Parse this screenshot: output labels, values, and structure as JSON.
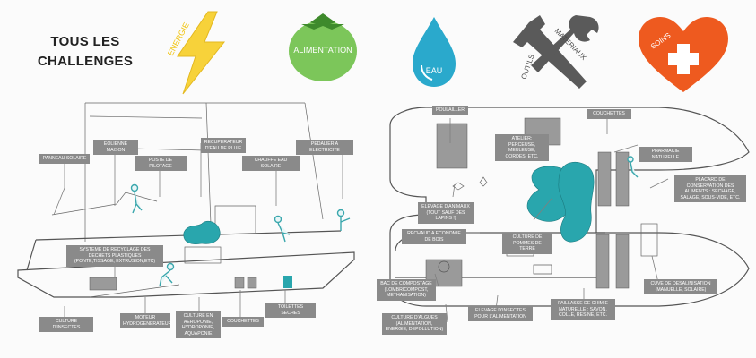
{
  "header": {
    "title_line1": "TOUS LES",
    "title_line2": "CHALLENGES"
  },
  "challenges": [
    {
      "label": "ENERGIE",
      "icon": "lightning-bolt-icon",
      "color": "#f7d23a"
    },
    {
      "label": "ALIMENTATION",
      "icon": "tomato-icon",
      "color": "#7cc65a"
    },
    {
      "label": "EAU",
      "icon": "water-drop-icon",
      "color": "#2aa9cc"
    },
    {
      "label": "OUTILS",
      "label2": "MATERIAUX",
      "icon": "tools-icon",
      "color": "#5a5a5a"
    },
    {
      "label": "SOINS",
      "icon": "heart-cross-icon",
      "color": "#ee5a1f"
    }
  ],
  "side_labels": {
    "panneau": "PANNEAU SOLAIRE",
    "eolienne": "EOLIENNE MAISON",
    "poste": "POSTE DE PILOTAGE",
    "recuperateur": "RECUPERATEUR D'EAU DE PLUIE",
    "chauffe": "CHAUFFE EAU SOLAIRE",
    "pedalier": "PEDALIER A ELECTRICITE",
    "recyclage": "SYSTEME DE RECYCLAGE DES DECHETS PLASTIQUES (PONTE,TISSAGE, EXTRUSION,ETC)",
    "insectes": "CULTURE D'INSECTES",
    "moteur": "MOTEUR HYDROGENERATEUR",
    "culture_aero": "CULTURE EN AEROPONIE, HYDROPONIE, AQUAPONIE",
    "couchettes": "COUCHETTES",
    "toilettes": "TOILETTES SECHES"
  },
  "top_labels": {
    "poulailler": "POULAILLER",
    "atelier": "ATELIER: PERCEUSE, MEULEUSE, CORDES, ETC.",
    "couchettes": "COUCHETTES",
    "pharmacie": "PHARMACIE NATURELLE",
    "placard": "PLACARD DE CONSERVATION DES ALIMENTS : SECHAGE, SALAGE, SOUS-VIDE, ETC.",
    "elevage_animaux": "ELEVAGE D'ANIMAUX (TOUT SAUF DES LAPINS !)",
    "rechaud": "RECHAUD A ECONOMIE DE BOIS",
    "pommes": "CULTURE DE POMMES DE TERRE",
    "compost": "BAC DE COMPOSTAGE (LOMBRICOMPOST, METHANISATION)",
    "algues": "CULTURE D'ALGUES (ALIMENTATION, ENERGIE, DEPOLLUTION)",
    "elevage_insectes": "ELEVAGE D'INSECTES POUR L'ALIMENTATION",
    "paillasse": "PAILLASSE DE CHIMIE NATURELLE : SAVON, COLLE, RESINE, ETC.",
    "cuve": "CUVE DE DESALINISATION (MANUELLE, SOLAIRE)"
  }
}
